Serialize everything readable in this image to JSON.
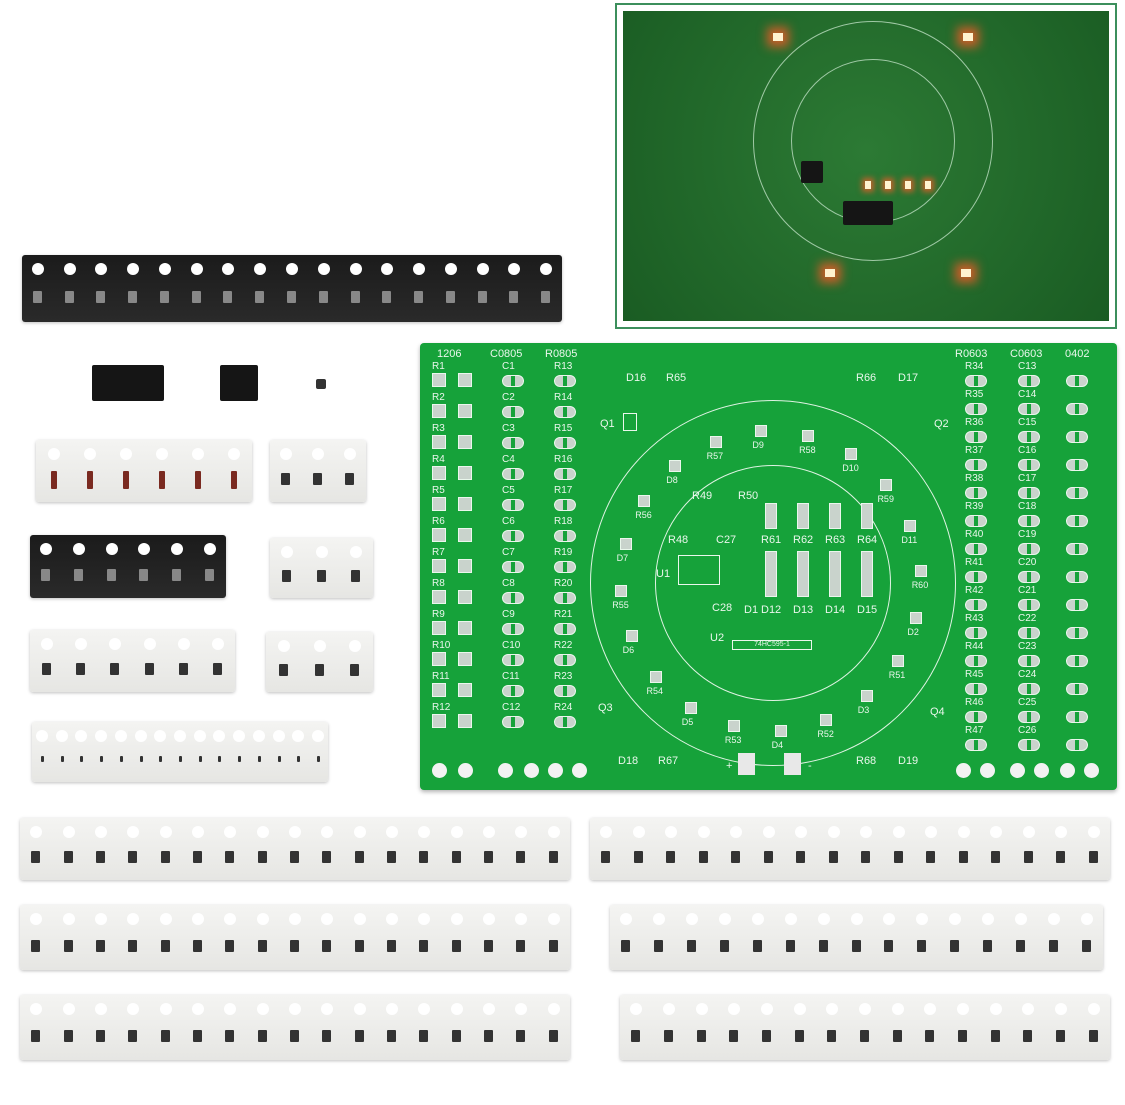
{
  "pcb": {
    "column_headers": [
      "1206",
      "C0805",
      "R0805",
      "R0603",
      "C0603",
      "0402"
    ],
    "col_1206": [
      "R1",
      "R2",
      "R3",
      "R4",
      "R5",
      "R6",
      "R7",
      "R8",
      "R9",
      "R10",
      "R11",
      "R12"
    ],
    "col_c0805": [
      "C1",
      "C2",
      "C3",
      "C4",
      "C5",
      "C6",
      "C7",
      "C8",
      "C9",
      "C10",
      "C11",
      "C12"
    ],
    "col_r0805": [
      "R13",
      "R14",
      "R15",
      "R16",
      "R17",
      "R18",
      "R19",
      "R20",
      "R21",
      "R22",
      "R23",
      "R24"
    ],
    "col_r0603": [
      "R34",
      "R35",
      "R36",
      "R37",
      "R38",
      "R39",
      "R40",
      "R41",
      "R42",
      "R43",
      "R44",
      "R45",
      "R46",
      "R47"
    ],
    "col_c0603": [
      "C13",
      "C14",
      "C15",
      "C16",
      "C17",
      "C18",
      "C19",
      "C20",
      "C21",
      "C22",
      "C23",
      "C24",
      "C25",
      "C26"
    ],
    "ring": [
      "R58",
      "D10",
      "R59",
      "D11",
      "R60",
      "D2",
      "R51",
      "D3",
      "R52",
      "D4",
      "R53",
      "D5",
      "R54",
      "D6",
      "R55",
      "D7",
      "R56",
      "D8",
      "R57",
      "D9"
    ],
    "corner": {
      "q1": "Q1",
      "q2": "Q2",
      "q3": "Q3",
      "q4": "Q4",
      "d16": "D16",
      "d17": "D17",
      "d18": "D18",
      "d19": "D19",
      "r65": "R65",
      "r66": "R66",
      "r67": "R67",
      "r68": "R68"
    },
    "center": {
      "r48": "R48",
      "r49": "R49",
      "r50": "R50",
      "c27": "C27",
      "c28": "C28",
      "u1": "U1",
      "u2": "U2",
      "d1": "D1",
      "u2_text": "74HC595-1"
    },
    "led_cols": [
      {
        "r": "R61",
        "d": "D12"
      },
      {
        "r": "R62",
        "d": "D13"
      },
      {
        "r": "R63",
        "d": "D14"
      },
      {
        "r": "R64",
        "d": "D15"
      }
    ],
    "power": {
      "plus": "+",
      "minus": "-"
    }
  },
  "colors": {
    "pcb": "#16a23a",
    "photo_border": "#3c8f5c",
    "tape_black": "#1b1b1b",
    "tape_white": "#eeeeec"
  }
}
